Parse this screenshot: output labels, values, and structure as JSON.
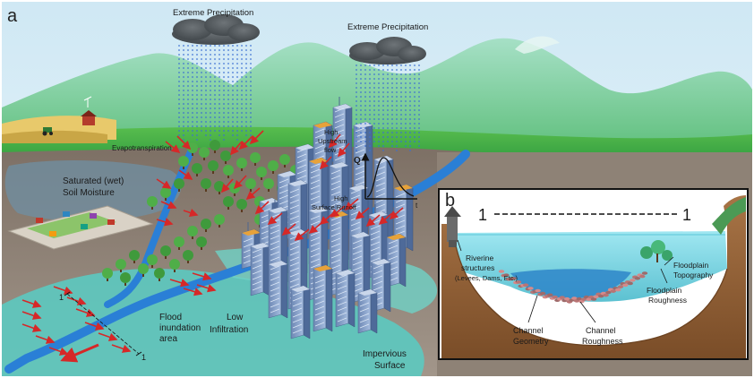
{
  "panel_a": {
    "letter": "a",
    "labels": {
      "precip_1": "Extreme Precipitation",
      "precip_2": "Extreme Precipitation",
      "evapotranspiration": "Evapotranspiration",
      "high_upstream_1": "High",
      "high_upstream_2": "Upstream",
      "high_upstream_3": "flow",
      "saturated_1": "Saturated (wet)",
      "saturated_2": "Soil Moisture",
      "high_runoff_1": "High",
      "high_runoff_2": "Surface Runoff",
      "q_axis": "Q",
      "t_axis": "t",
      "flood_1": "Flood",
      "flood_2": "inundation",
      "flood_3": "area",
      "low_infil_1": "Low",
      "low_infil_2": "Infiltration",
      "impervious_1": "Impervious",
      "impervious_2": "Surface",
      "section_a": "1",
      "section_b": "1"
    }
  },
  "panel_b": {
    "letter": "b",
    "section_left": "1",
    "section_right": "1",
    "labels": {
      "riverine_1": "Riverine",
      "riverine_2": "structures",
      "riverine_3": "(Levees, Dams, Etc.)",
      "floodplain_topo_1": "Floodplain",
      "floodplain_topo_2": "Topography",
      "floodplain_rough_1": "Floodplain",
      "floodplain_rough_2": "Roughness",
      "channel_geom_1": "Channel",
      "channel_geom_2": "Geometry",
      "channel_rough_1": "Channel",
      "channel_rough_2": "Roughness"
    }
  },
  "colors": {
    "sky_top": "#d9eef7",
    "mountain": "#8fd4b0",
    "grass": "#3aa845",
    "ground": "#8a7a6a",
    "river": "#2a7fd6",
    "flood": "#5cc9c0",
    "water_b": "#7fd8e6",
    "arrow_red": "#d62828",
    "soil_b": "#9c6a3e"
  }
}
